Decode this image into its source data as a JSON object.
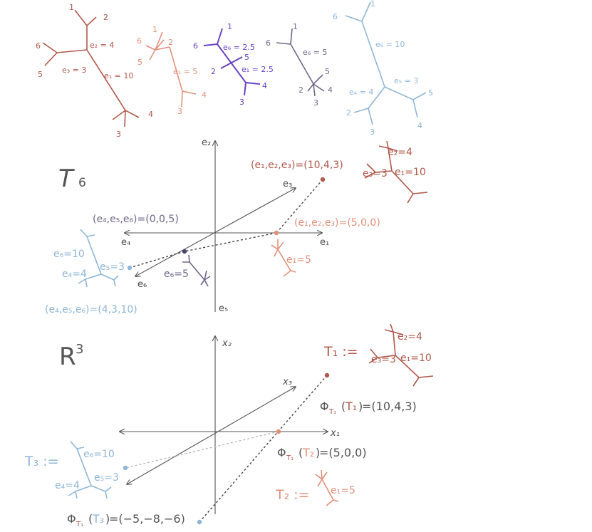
{
  "colors": {
    "red": "#b0584a",
    "salmon": "#e2907a",
    "purple": "#6a44c2",
    "slate": "#6f6688",
    "lightblue": "#8fb6d6",
    "axis": "#555555"
  },
  "top_trees": [
    {
      "leaves": [
        "1",
        "2",
        "6",
        "5",
        "4",
        "3"
      ],
      "labels": [
        "e₂ = 4",
        "e₃ = 3",
        "e₁ = 10"
      ]
    },
    {
      "leaves": [
        "6",
        "1",
        "2",
        "5",
        "4",
        "3"
      ],
      "labels": [
        "e₁ = 5"
      ]
    },
    {
      "leaves": [
        "1",
        "6",
        "2",
        "5",
        "4",
        "3"
      ],
      "labels": [
        "e₆ = 2.5",
        "e₁ = 2.5"
      ]
    },
    {
      "leaves": [
        "1",
        "6",
        "5",
        "2",
        "4",
        "3"
      ],
      "labels": [
        "e₆ = 5"
      ]
    },
    {
      "leaves": [
        "6",
        "1",
        "5",
        "4",
        "2",
        "3"
      ],
      "labels": [
        "e₆ = 10",
        "e₅ = 3",
        "e₄ = 4"
      ]
    }
  ],
  "panel_t6": {
    "title": "T",
    "title_sub": "6",
    "axes": [
      "e₂",
      "e₃",
      "e₁",
      "e₄",
      "e₆",
      "e₅"
    ],
    "points": [
      {
        "label": "(e₁,e₂,e₃)=(10,4,3)"
      },
      {
        "label": "(e₁,e₂,e₃)=(5,0,0)"
      },
      {
        "label": "(e₄,e₅,e₆)=(0,0,5)"
      },
      {
        "label": "(e₄,e₅,e₆)=(4,3,10)"
      }
    ],
    "tree_labels": {
      "red_e2": "e₂=4",
      "red_e3": "e₃=3",
      "red_e1": "e₁=10",
      "salmon_e1": "e₁=5",
      "slate_e6": "e₆=5",
      "blue_e6": "e₆=10",
      "blue_e4": "e₄=4",
      "blue_e5": "e₅=3"
    }
  },
  "panel_r3": {
    "title": "R",
    "title_sup": "3",
    "axes": [
      "x₂",
      "x₃",
      "x₁"
    ],
    "t1_label": "T₁ :=",
    "t2_label": "T₂ :=",
    "t3_label": "T₃ :=",
    "phi1": "Φ",
    "phi1_sub": "T₁",
    "phi1_arg": "T₁",
    "phi1_val": "=(10,4,3)",
    "phi2_arg": "T₂",
    "phi2_val": "=(5,0,0)",
    "phi3_arg": "T₃",
    "phi3_val": "=(−5,−8,−6)",
    "tree_labels": {
      "red_e2": "e₂=4",
      "red_e3": "e₃=3",
      "red_e1": "e₁=10",
      "salmon_e1": "e₁=5",
      "blue_e6": "e₆=10",
      "blue_e4": "e₄=4",
      "blue_e5": "e₅=3"
    }
  }
}
